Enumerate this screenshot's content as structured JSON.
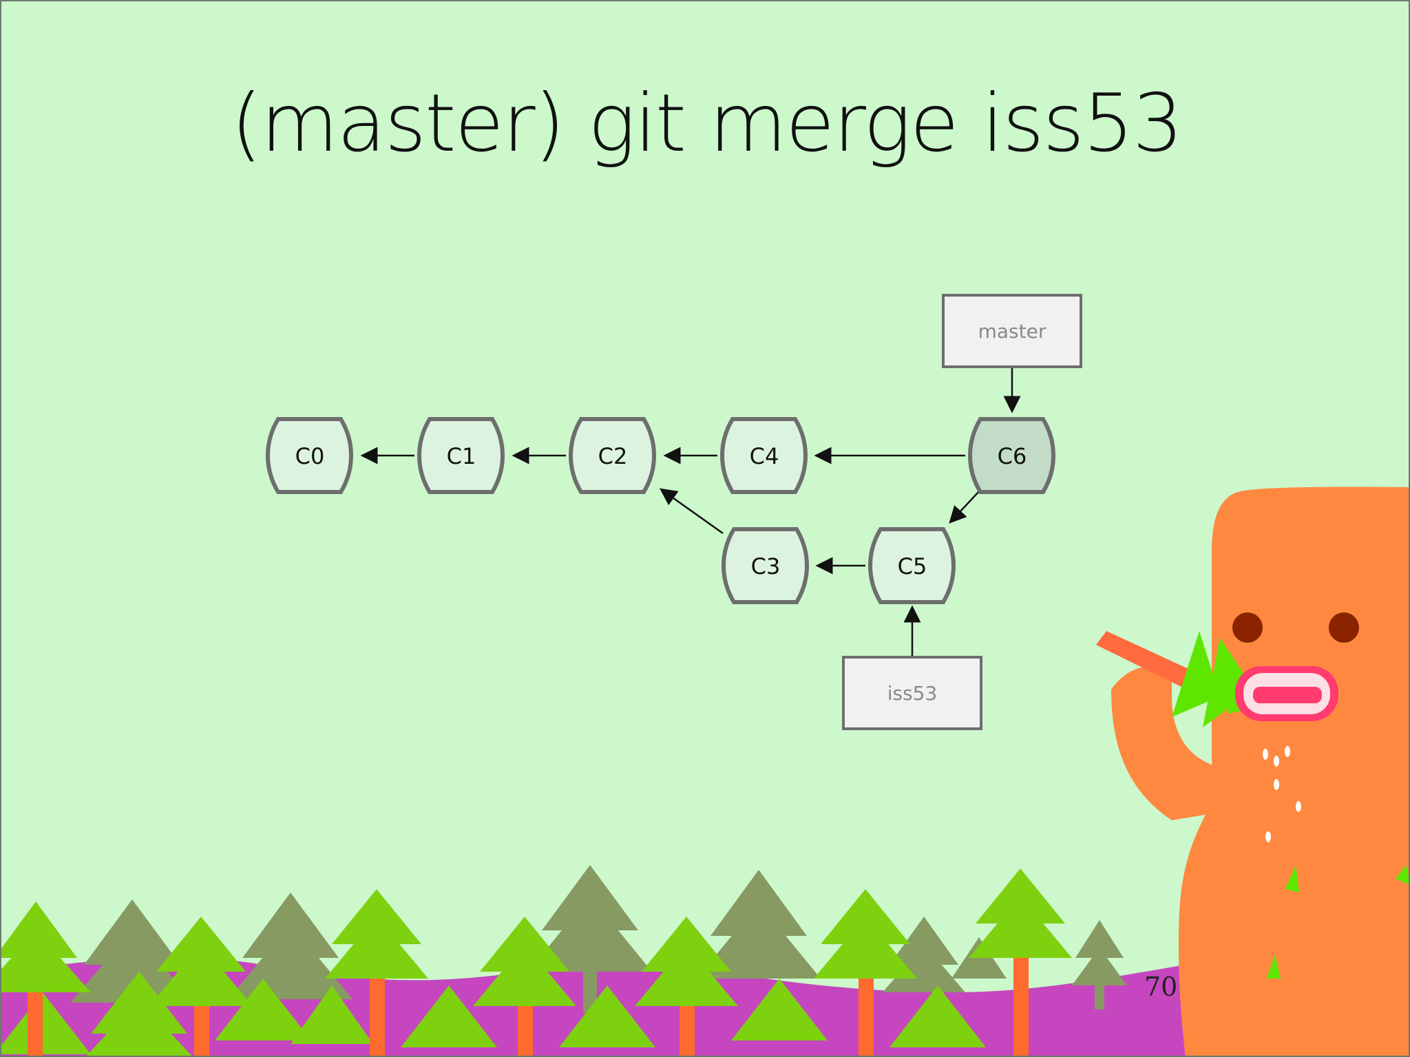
{
  "slide": {
    "title": "(master) git merge iss53",
    "page_number": "70"
  },
  "diagram": {
    "commits": [
      {
        "id": "C0",
        "label": "C0"
      },
      {
        "id": "C1",
        "label": "C1"
      },
      {
        "id": "C2",
        "label": "C2"
      },
      {
        "id": "C4",
        "label": "C4"
      },
      {
        "id": "C6",
        "label": "C6",
        "highlight": true
      },
      {
        "id": "C3",
        "label": "C3"
      },
      {
        "id": "C5",
        "label": "C5"
      }
    ],
    "branches": [
      {
        "id": "master",
        "label": "master",
        "points_to": "C6"
      },
      {
        "id": "iss53",
        "label": "iss53",
        "points_to": "C5"
      }
    ],
    "edges": [
      [
        "C1",
        "C0"
      ],
      [
        "C2",
        "C1"
      ],
      [
        "C4",
        "C2"
      ],
      [
        "C6",
        "C4"
      ],
      [
        "C6",
        "C5"
      ],
      [
        "C5",
        "C3"
      ],
      [
        "C3",
        "C2"
      ]
    ],
    "colors": {
      "commit_fill": "#dcf4df",
      "commit_fill_highlight": "#c3dcc8",
      "commit_stroke": "#6e6e6e",
      "branch_fill": "#f1f1f3",
      "branch_text": "#888888",
      "arrow": "#111111"
    }
  },
  "decoration": {
    "ground_color": "#c646c0",
    "tree_light": "#7ed10e",
    "tree_dark": "#869a62",
    "trunk": "#ff6a2e",
    "monster_body": "#ff8840",
    "monster_eye": "#8a2300",
    "monster_mouth": "#ff3b6f",
    "stick_color": "#ff6a3e",
    "leaf_color": "#5fe600"
  }
}
